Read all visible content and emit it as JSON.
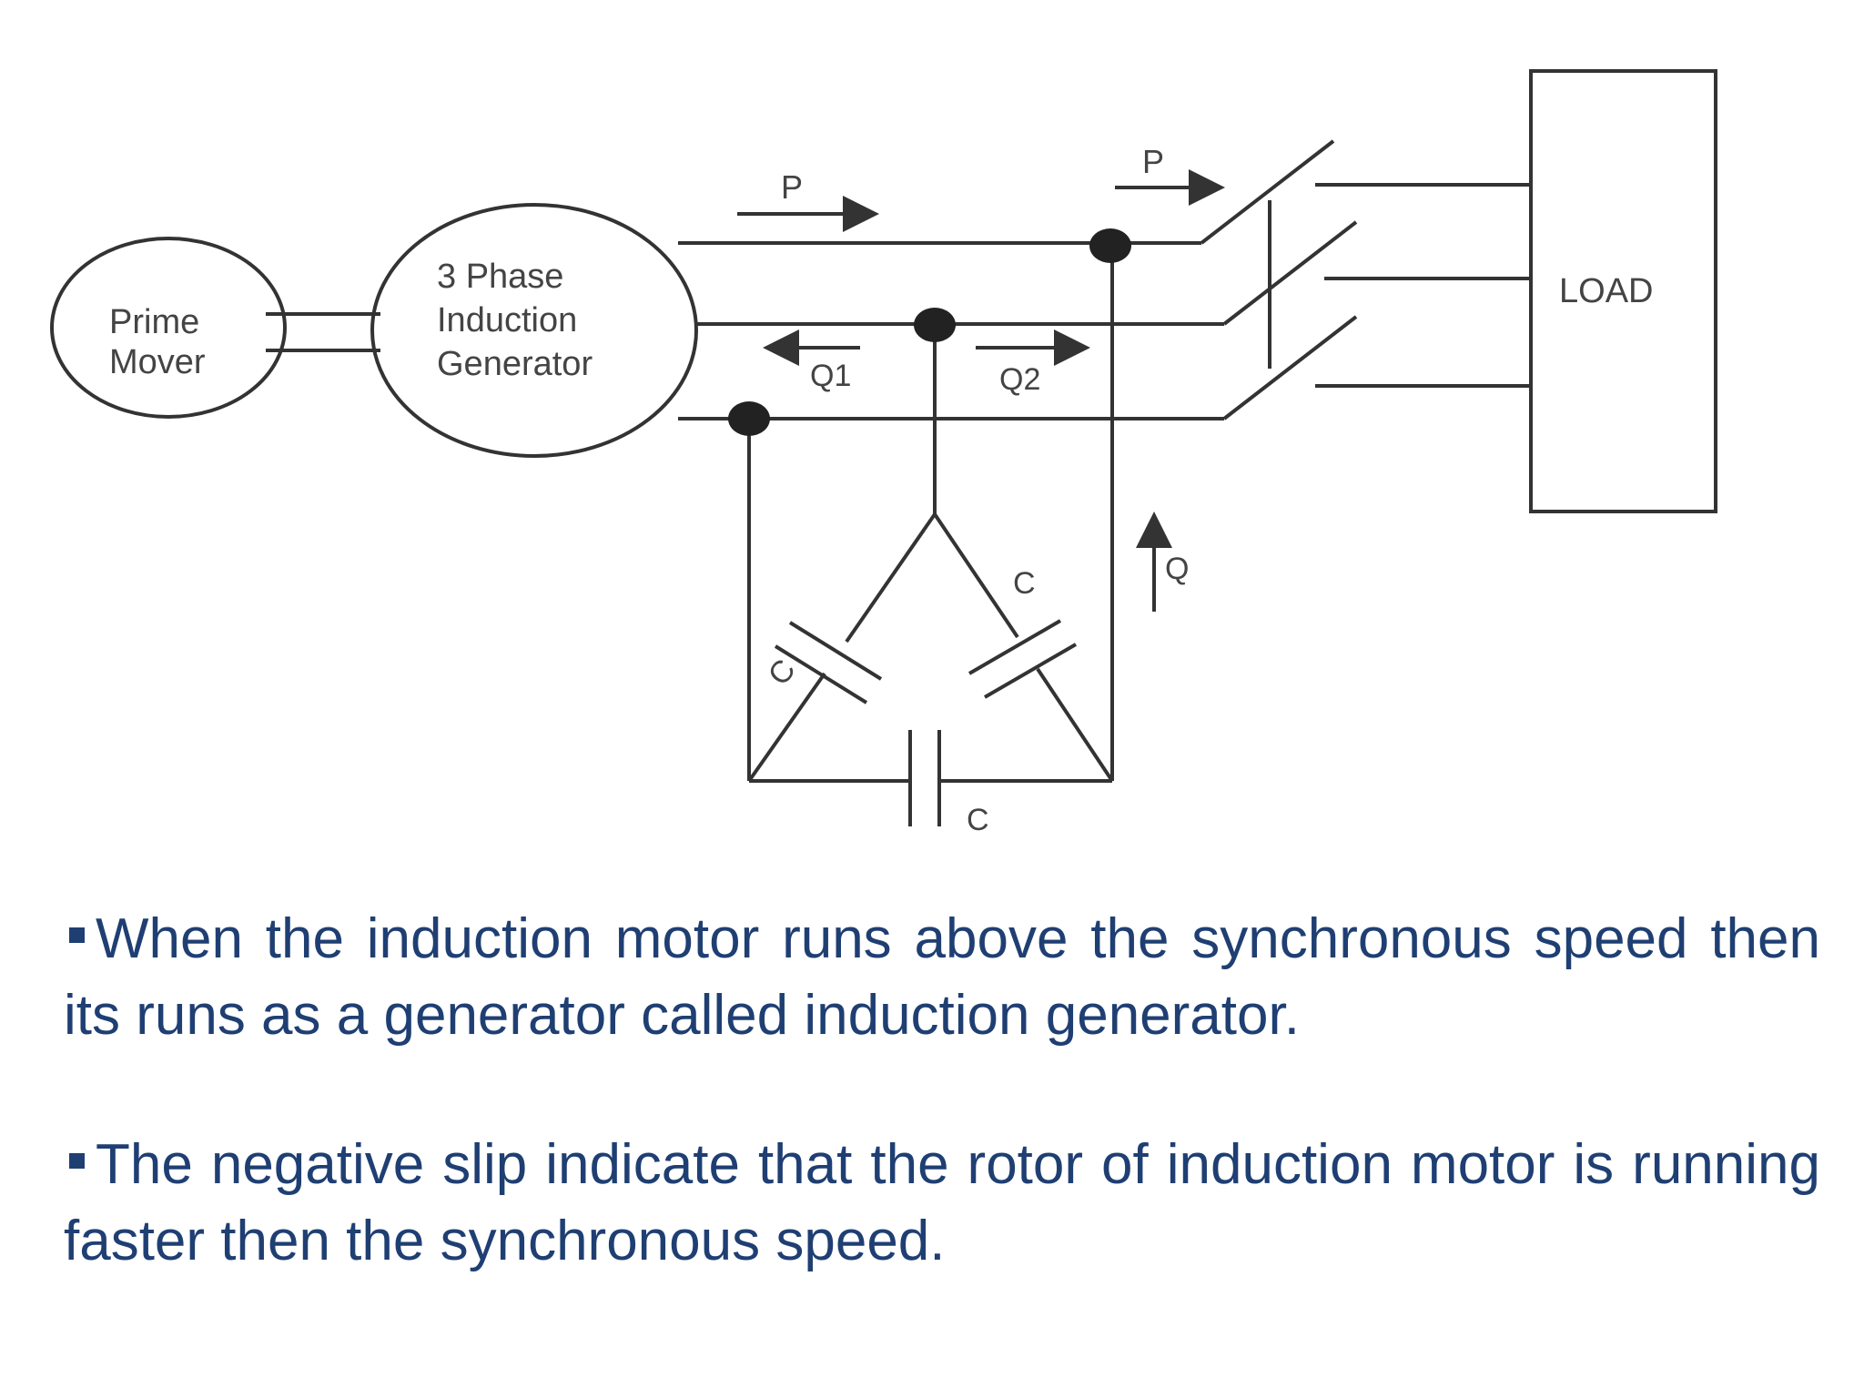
{
  "diagram": {
    "prime_mover": {
      "line1": "Prime",
      "line2": "Mover"
    },
    "generator": {
      "line1": "3 Phase",
      "line2": "Induction",
      "line2b": "Generator"
    },
    "load": "LOAD",
    "labels": {
      "p_left": "P",
      "p_right": "P",
      "q1": "Q1",
      "q2": "Q2",
      "q": "Q",
      "c_left": "C",
      "c_right": "C",
      "c_bottom": "C"
    },
    "colors": {
      "ink": "#333333",
      "text": "#1f3f73"
    }
  },
  "bullets": [
    "When the induction motor runs above the synchronous speed then its runs as a generator called induction generator.",
    "The negative slip indicate that the rotor of induction motor is running faster then the synchronous speed."
  ]
}
